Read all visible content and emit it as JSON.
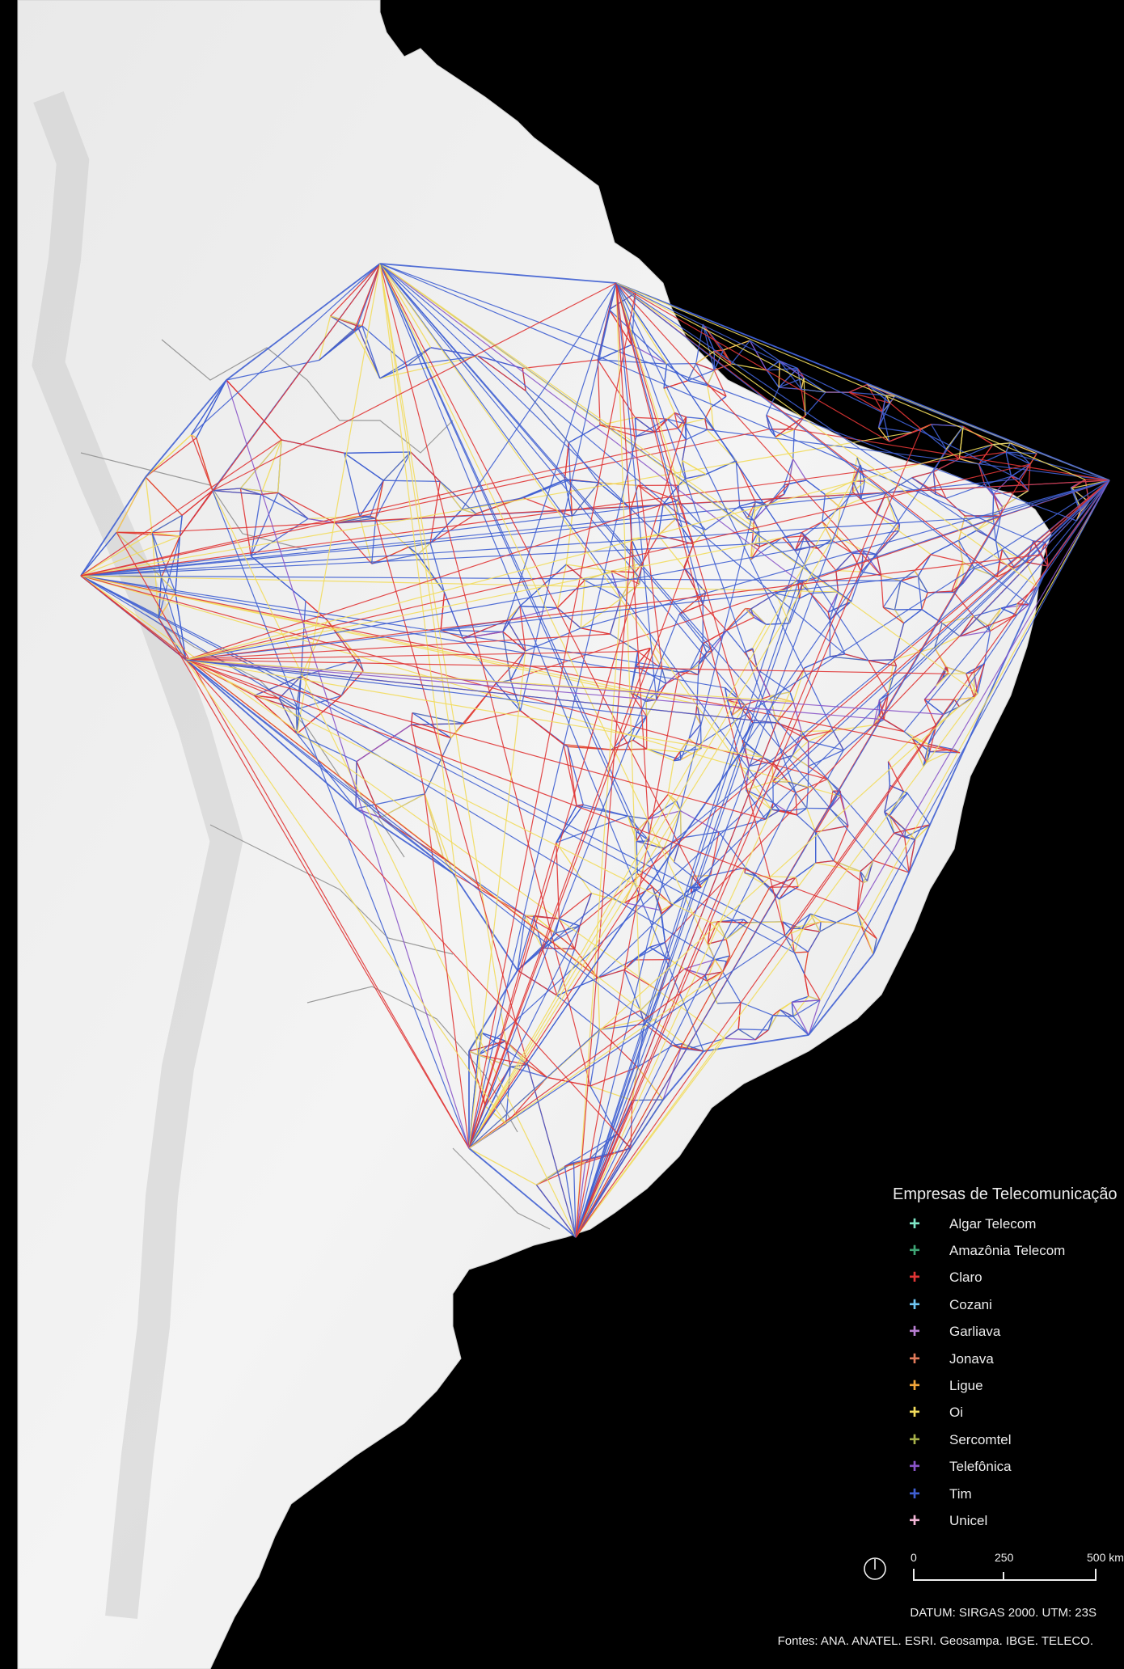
{
  "legend": {
    "title": "Empresas de Telecomunicação",
    "items": [
      {
        "label": "Algar Telecom",
        "color": "#7fe6c6"
      },
      {
        "label": "Amazônia Telecom",
        "color": "#3fa575"
      },
      {
        "label": "Claro",
        "color": "#e03535"
      },
      {
        "label": "Cozani",
        "color": "#6fc6f2"
      },
      {
        "label": "Garliava",
        "color": "#b97fd2"
      },
      {
        "label": "Jonava",
        "color": "#e07a5a"
      },
      {
        "label": "Ligue",
        "color": "#f2a53a"
      },
      {
        "label": "Oi",
        "color": "#f2dc5c"
      },
      {
        "label": "Sercomtel",
        "color": "#a8b24a"
      },
      {
        "label": "Telefônica",
        "color": "#8a55c8"
      },
      {
        "label": "Tim",
        "color": "#3f5fd2"
      },
      {
        "label": "Unicel",
        "color": "#f2b6d6"
      }
    ]
  },
  "scale": {
    "label_0": "0",
    "label_250": "250",
    "label_500": "500 km"
  },
  "datum": "DATUM: SIRGAS 2000. UTM: 23S",
  "sources": "Fontes: ANA. ANATEL. ESRI. Geosampa. IBGE. TELECO.",
  "colors": {
    "land": "#f1f1f1",
    "ocean": "#000000",
    "borders": "#8a8a8a"
  }
}
